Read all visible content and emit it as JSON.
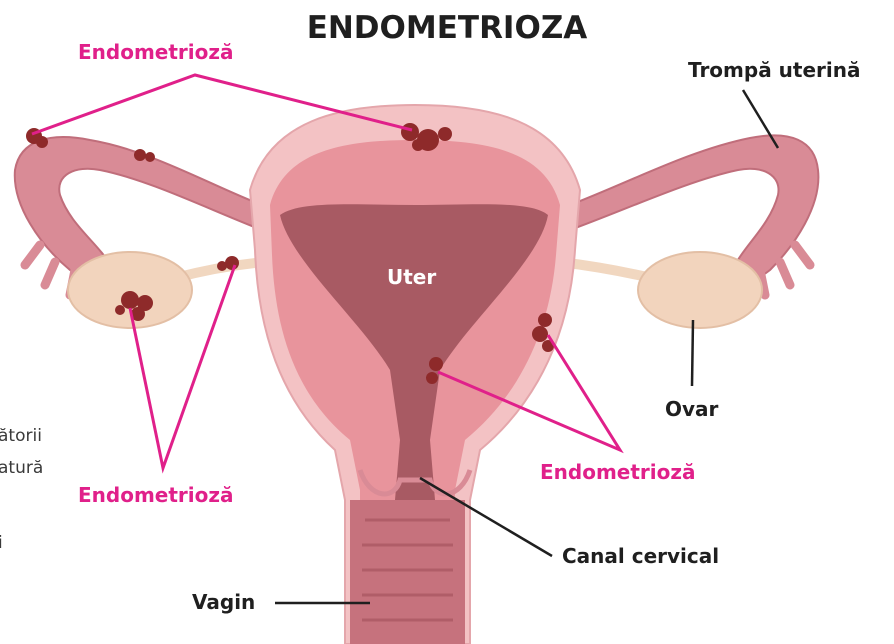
{
  "title": "ENDOMETRIOZA",
  "labels": {
    "endo_top_left": "Endometrioză",
    "endo_bottom_left": "Endometrioză",
    "endo_bottom_right": "Endometrioză",
    "tube": "Trompă uterină",
    "uterus": "Uter",
    "ovary": "Ovar",
    "cervical_canal": "Canal cervical",
    "vagina": "Vagin"
  },
  "clipped_text": [
    "ătorii",
    "atură",
    "i"
  ],
  "colors": {
    "pink_label": "#e0208a",
    "dark_label": "#1f1f1f",
    "uterus_outer": "#f3c2c4",
    "uterus_wall": "#e8949c",
    "uterus_cavity": "#a85a63",
    "ovary": "#f2d4bd",
    "lesion": "#8e2a2a"
  }
}
